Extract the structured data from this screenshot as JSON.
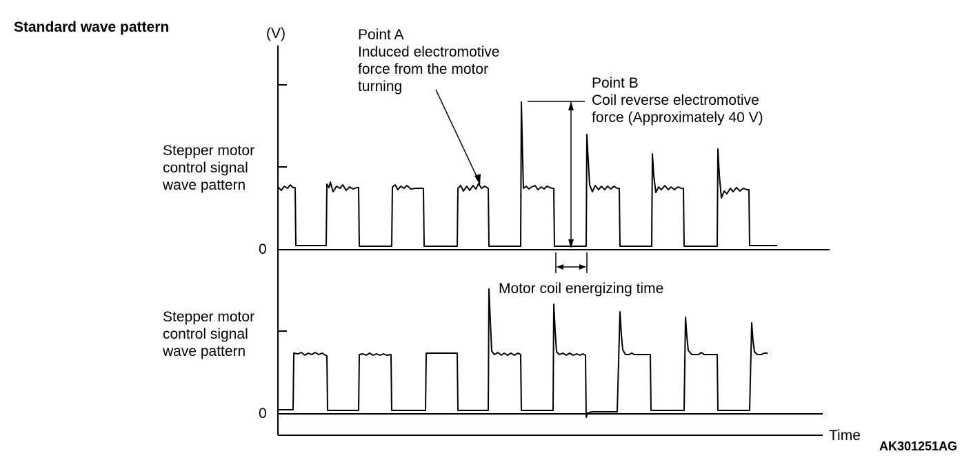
{
  "title": "Standard wave pattern",
  "y_unit": "(V)",
  "x_label": "Time",
  "figure_id": "AK301251AG",
  "zero_label_top": "0",
  "zero_label_bottom": "0",
  "top_wave_label": [
    "Stepper motor",
    "control signal",
    "wave pattern"
  ],
  "bottom_wave_label": [
    "Stepper motor",
    "control signal",
    "wave pattern"
  ],
  "point_a": [
    "Point A",
    "Induced electromotive",
    "force from the motor",
    "turning"
  ],
  "point_b": [
    "Point B",
    "Coil reverse electromotive",
    "force (Approximately 40 V)"
  ],
  "energizing_label": "Motor coil energizing time"
}
